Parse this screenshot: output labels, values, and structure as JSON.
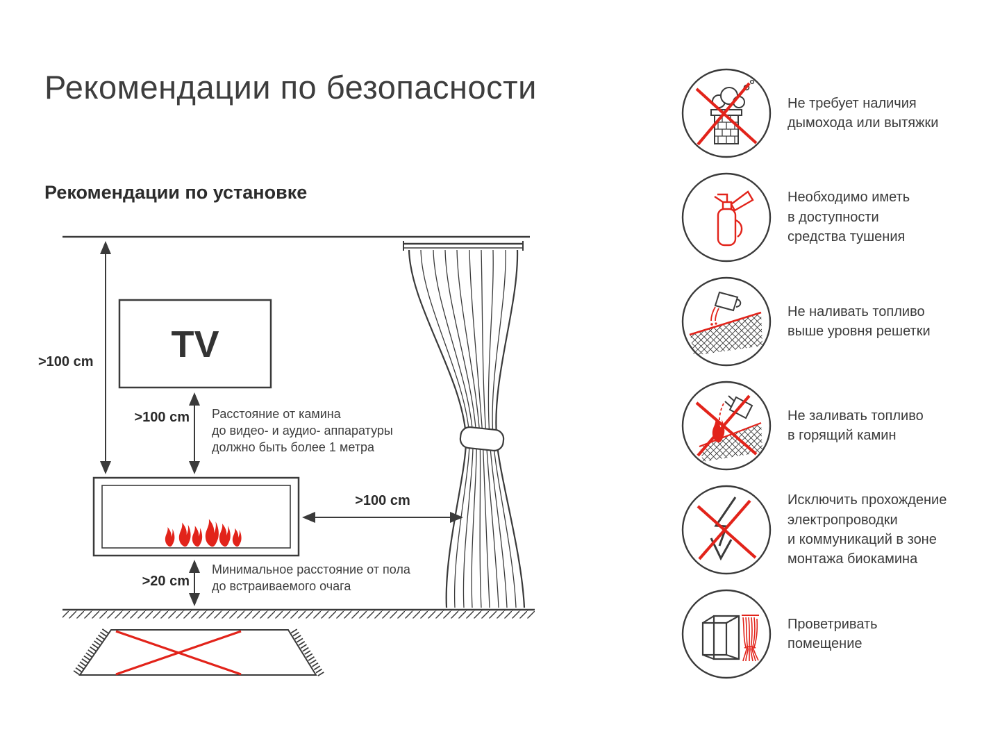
{
  "title": "Рекомендации по безопасности",
  "subtitle": "Рекомендации по установке",
  "colors": {
    "ink": "#3a3a3a",
    "red": "#e2231a"
  },
  "diagram": {
    "tv_label": "TV",
    "dim_wall_to_floor": ">100 cm",
    "dim_tv_to_fireplace": ">100 cm",
    "dim_fireplace_to_curtain": ">100 cm",
    "dim_floor_clearance": ">20 cm",
    "note_tv_lines": [
      "Расстояние от камина",
      "до видео- и аудио- аппаратуры",
      "должно быть более 1 метра"
    ],
    "note_floor_lines": [
      "Минимальное расстояние от пола",
      "до встраиваемого очага"
    ]
  },
  "safety_items": [
    {
      "icon": "no-chimney-icon",
      "lines": [
        "Не требует наличия",
        "дымохода или вытяжки"
      ]
    },
    {
      "icon": "extinguisher-icon",
      "lines": [
        "Необходимо иметь",
        "в доступности",
        "средства тушения"
      ]
    },
    {
      "icon": "fuel-level-icon",
      "lines": [
        "Не наливать топливо",
        "выше уровня решетки"
      ]
    },
    {
      "icon": "no-refuel-burning-icon",
      "lines": [
        "Не заливать топливо",
        "в горящий камин"
      ]
    },
    {
      "icon": "no-wiring-icon",
      "lines": [
        "Исключить прохождение",
        "электропроводки",
        "и коммуникаций в зоне",
        "монтажа биокамина"
      ]
    },
    {
      "icon": "ventilate-icon",
      "lines": [
        "Проветривать",
        "помещение"
      ]
    }
  ]
}
